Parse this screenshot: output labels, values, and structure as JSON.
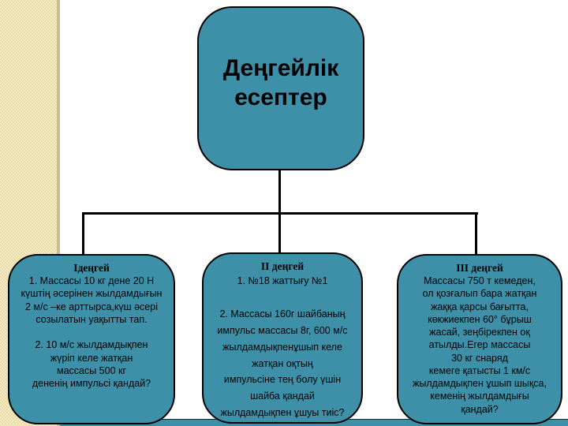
{
  "colors": {
    "node_fill": "#3e90a8",
    "node_border": "#000000",
    "sidebar_bg": "#f3e9c4",
    "sidebar_border": "#c9bc92",
    "bottom_band": "#3e90a8",
    "connector": "#000000"
  },
  "title_node": {
    "text": "Деңгейлік\nесептер"
  },
  "levels": [
    {
      "heading": "Ідеңгей",
      "body": "1. Массасы 10 кг дене 20 Н\nкүштің әсерінен жылдамдығын\n2 м/с –ке арттырса,күш әсері\nсозылатын уақытты тап.\n\n2. 10 м/с жылдамдықпен\nжүріп келе жатқан\nмассасы 500 кг\nдененің импульсі қандай?"
    },
    {
      "heading": "II деңгей",
      "body": "1.  №18 жаттығу  №1\n\n2. Массасы 160г шайбаның\nимпульс массасы 8г,   600 м/с\nжылдамдықпенұшып келе\nжатқан оқтың\nимпульсіне тең болу үшін\nшайба қандай\nжылдамдықпен ұшуы тиіс?"
    },
    {
      "heading": "III деңгей",
      "body": "Массасы 750 т кемеден,\nол қозғалып бара жатқан\nжаққа қарсы бағытта,\nкөкжиекпен 60° бұрыш\nжасай, зеңбірекпен оқ\nатылды.Егер массасы\n30 кг снаряд\nкемеге қатысты 1 км/с\nжылдамдықпен ұшып шықса,\nкеменің жылдамдығы\nқандай?"
    }
  ]
}
